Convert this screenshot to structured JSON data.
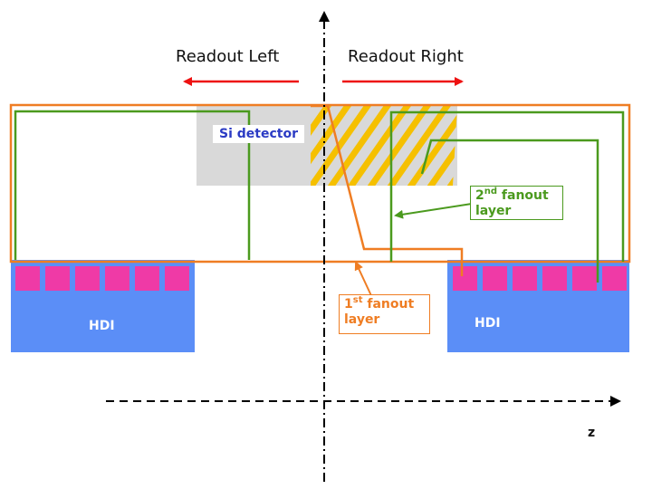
{
  "labels": {
    "readout_left": "Readout Left",
    "readout_right": "Readout Right",
    "si_detector": "Si detector",
    "hdi_left": "HDI",
    "hdi_right": "HDI",
    "fanout2": {
      "number": "2",
      "suffix": "nd",
      "word": "fanout",
      "line2": "layer"
    },
    "fanout1": {
      "number": "1",
      "suffix": "st",
      "word": "fanout",
      "line2": "layer"
    },
    "axis_z": "z"
  },
  "colors": {
    "orange": "#ef7d23",
    "green": "#4b9a1e",
    "red_arrow": "#ee1111",
    "hdi_blue": "#5b8ef7",
    "pad_magenta": "#ef3aa6",
    "detector_gray": "#d9d9d9",
    "hatch_yellow": "#f5c000",
    "si_text_blue": "#2b3bc4",
    "fanout2_text": "#4b9a1e",
    "fanout1_text": "#ef7d23"
  },
  "pads": {
    "left_count": 6,
    "right_count": 6
  }
}
